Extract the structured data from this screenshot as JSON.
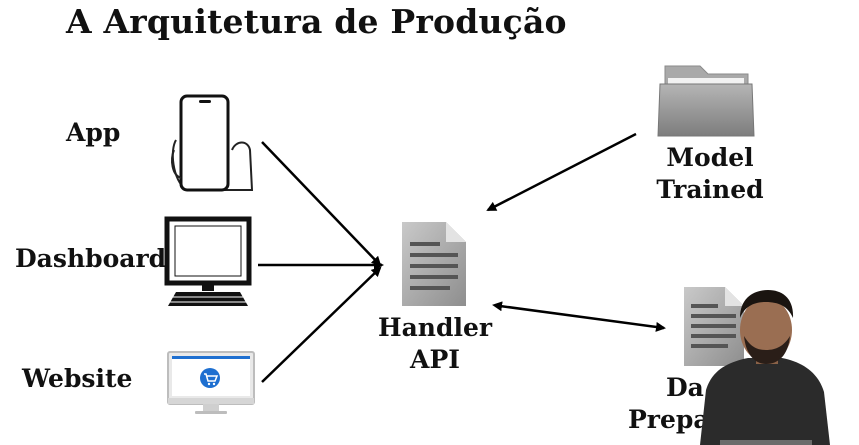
{
  "slide": {
    "title": "A Arquitetura de Produção"
  },
  "clients": [
    {
      "label": "App",
      "icon": "smartphone-icon"
    },
    {
      "label": "Dashboard",
      "icon": "desktop-monitor-icon"
    },
    {
      "label": "Website",
      "icon": "imac-website-icon"
    }
  ],
  "handler": {
    "line1": "Handler",
    "line2": "API",
    "icon": "document-icon"
  },
  "model": {
    "line1": "Model",
    "line2": "Trained",
    "icon": "folder-icon"
  },
  "data_prep": {
    "line1": "Da",
    "line2": "Prepa",
    "icon": "document-icon"
  },
  "colors": {
    "text": "#111111",
    "arrow": "#000000",
    "folder": "#9a9a9a",
    "doc": "#a8a8a8",
    "cart": "#1e6fd0"
  }
}
